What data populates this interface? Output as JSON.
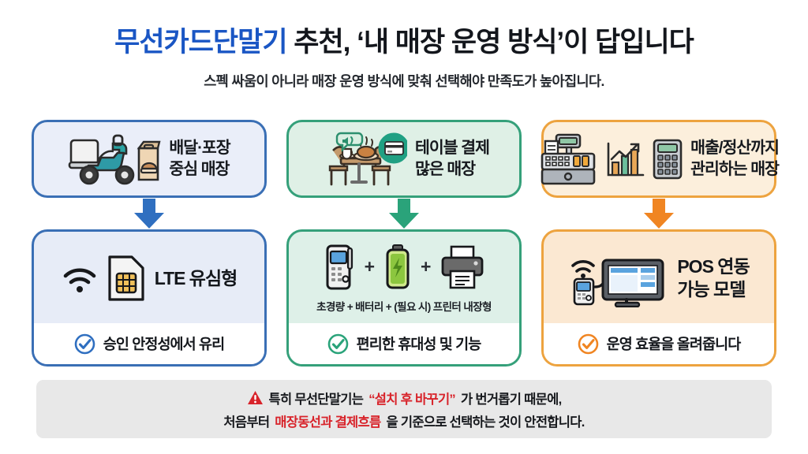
{
  "header": {
    "title_brand": "무선카드단말기",
    "title_rest": " 추천, ‘내 매장 운영 방식’이 답입니다",
    "subtitle": "스펙 싸움이 아니라 매장 운영 방식에 맞춰 선택해야 만족도가 높아집니다."
  },
  "columns": [
    {
      "accent": "#2f6fc0",
      "top": {
        "bg": "#eaeef9",
        "border": "#3a6fb5",
        "label_line1": "배달·포장",
        "label_line2": "중심 매장",
        "icons": [
          "scooter-icon",
          "paper-bag-icon"
        ]
      },
      "arrow_color": "#2f6fc0",
      "bottom": {
        "bg": "#e7ecf7",
        "border": "#3a6fb5",
        "big_label": "LTE 유심형",
        "spec_line": "",
        "icons": [
          "wifi-icon",
          "sim-card-icon"
        ],
        "footer_text": "승인 안정성에서 유리",
        "check_color": "#2f6fc0"
      }
    },
    {
      "accent": "#2aa37a",
      "top": {
        "bg": "#dff0e6",
        "border": "#35a07a",
        "label_line1": "테이블 결제",
        "label_line2": "많은 매장",
        "icons": [
          "dining-table-icon",
          "card-bubble-icon"
        ]
      },
      "arrow_color": "#2aa37a",
      "bottom": {
        "bg": "#def0e8",
        "border": "#35a07a",
        "big_label": "",
        "spec_line": "초경량 + 배터리 + (필요 시) 프린터 내장형",
        "icons": [
          "card-terminal-icon",
          "battery-icon",
          "printer-icon"
        ],
        "footer_text": "편리한 휴대성 및 기능",
        "check_color": "#2aa37a"
      }
    },
    {
      "accent": "#f08522",
      "top": {
        "bg": "#fcefdc",
        "border": "#eda33f",
        "label_line1": "매출/정산까지",
        "label_line2": "관리하는 매장",
        "icons": [
          "cash-register-icon",
          "bar-chart-icon",
          "calculator-icon"
        ]
      },
      "arrow_color": "#f08522",
      "bottom": {
        "bg": "#fbe8d2",
        "border": "#eda33f",
        "big_label_line1": "POS 연동",
        "big_label_line2": "가능 모델",
        "spec_line": "",
        "icons": [
          "wifi-icon",
          "card-terminal-icon",
          "monitor-icon"
        ],
        "footer_text": "운영 효율을 올려줍니다",
        "check_color": "#f08522"
      }
    }
  ],
  "banner": {
    "warning_icon": "warning-triangle-icon",
    "line1_a": "특히 무선단말기는",
    "line1_highlight": "“설치 후 바꾸기”",
    "line1_b": "가 번거롭기 때문에,",
    "line2_a": "처음부터",
    "line2_highlight": "매장동선과 결제흐름",
    "line2_b": "을 기준으로 선택하는 것이 안전합니다."
  }
}
